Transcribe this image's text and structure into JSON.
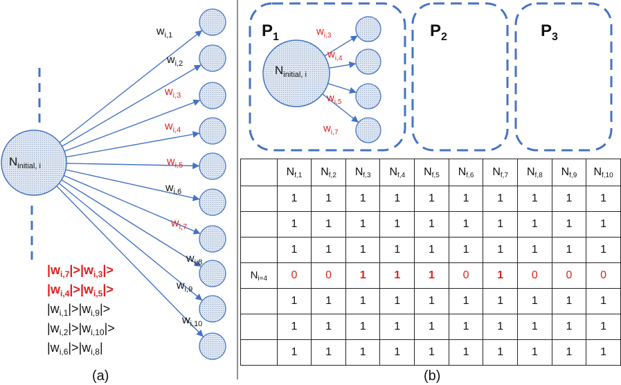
{
  "panel_a": {
    "label": "(a)",
    "source_node": {
      "name": "N",
      "sub": "initial, i"
    },
    "weights": [
      {
        "name": "w",
        "sub": "i,1",
        "highlight": false
      },
      {
        "name": "w",
        "sub": "i,2",
        "highlight": false
      },
      {
        "name": "w",
        "sub": "i,3",
        "highlight": true
      },
      {
        "name": "w",
        "sub": "i,4",
        "highlight": true
      },
      {
        "name": "w",
        "sub": "i,5",
        "highlight": true
      },
      {
        "name": "w",
        "sub": "i,6",
        "highlight": false
      },
      {
        "name": "w",
        "sub": "i,7",
        "highlight": true
      },
      {
        "name": "w",
        "sub": "i,8",
        "highlight": false
      },
      {
        "name": "w",
        "sub": "i,9",
        "highlight": false
      },
      {
        "name": "w",
        "sub": "i,10",
        "highlight": false
      }
    ],
    "ranking": [
      {
        "text": "|w_{i,7}|>|w_{i,3}|>",
        "highlight": true
      },
      {
        "text": "|w_{i,4}|>|w_{i,5}|>",
        "highlight": true
      },
      {
        "text": "|w_{i,1}|>|w_{i,9}|>",
        "highlight": false
      },
      {
        "text": "|w_{i,2}|>|w_{i,10}|>",
        "highlight": false
      },
      {
        "text": "|w_{i,6}|>|w_{i,8}|",
        "highlight": false
      }
    ],
    "colors": {
      "line": "#4472c4",
      "node_fill": "#dde6f2",
      "highlight": "#e02020"
    }
  },
  "panel_b": {
    "label": "(b)",
    "partitions": [
      {
        "name": "P",
        "sub": "1"
      },
      {
        "name": "P",
        "sub": "2"
      },
      {
        "name": "P",
        "sub": "3"
      }
    ],
    "p1_node": {
      "name": "N",
      "sub": "initial, i"
    },
    "p1_weights": [
      {
        "name": "w",
        "sub": "i,3"
      },
      {
        "name": "w",
        "sub": "i,4"
      },
      {
        "name": "w",
        "sub": "i,5"
      },
      {
        "name": "w",
        "sub": "i,7"
      }
    ],
    "matrix": {
      "columns": [
        {
          "name": "N",
          "sub": "f,1"
        },
        {
          "name": "N",
          "sub": "f,2"
        },
        {
          "name": "N",
          "sub": "f,3"
        },
        {
          "name": "N",
          "sub": "f,4"
        },
        {
          "name": "N",
          "sub": "f,5"
        },
        {
          "name": "N",
          "sub": "f,6"
        },
        {
          "name": "N",
          "sub": "f,7"
        },
        {
          "name": "N",
          "sub": "f,8"
        },
        {
          "name": "N",
          "sub": "f,9"
        },
        {
          "name": "N",
          "sub": "f,10"
        }
      ],
      "rows": [
        {
          "label": "",
          "sub": "",
          "values": [
            1,
            1,
            1,
            1,
            1,
            1,
            1,
            1,
            1,
            1
          ],
          "highlight": false
        },
        {
          "label": "",
          "sub": "",
          "values": [
            1,
            1,
            1,
            1,
            1,
            1,
            1,
            1,
            1,
            1
          ],
          "highlight": false
        },
        {
          "label": "",
          "sub": "",
          "values": [
            1,
            1,
            1,
            1,
            1,
            1,
            1,
            1,
            1,
            1
          ],
          "highlight": false
        },
        {
          "label": "N",
          "sub": "i=4",
          "values": [
            0,
            0,
            1,
            1,
            1,
            0,
            1,
            0,
            0,
            0
          ],
          "highlight": true
        },
        {
          "label": "",
          "sub": "",
          "values": [
            1,
            1,
            1,
            1,
            1,
            1,
            1,
            1,
            1,
            1
          ],
          "highlight": false
        },
        {
          "label": "",
          "sub": "",
          "values": [
            1,
            1,
            1,
            1,
            1,
            1,
            1,
            1,
            1,
            1
          ],
          "highlight": false
        },
        {
          "label": "",
          "sub": "",
          "values": [
            1,
            1,
            1,
            1,
            1,
            1,
            1,
            1,
            1,
            1
          ],
          "highlight": false
        }
      ]
    }
  }
}
